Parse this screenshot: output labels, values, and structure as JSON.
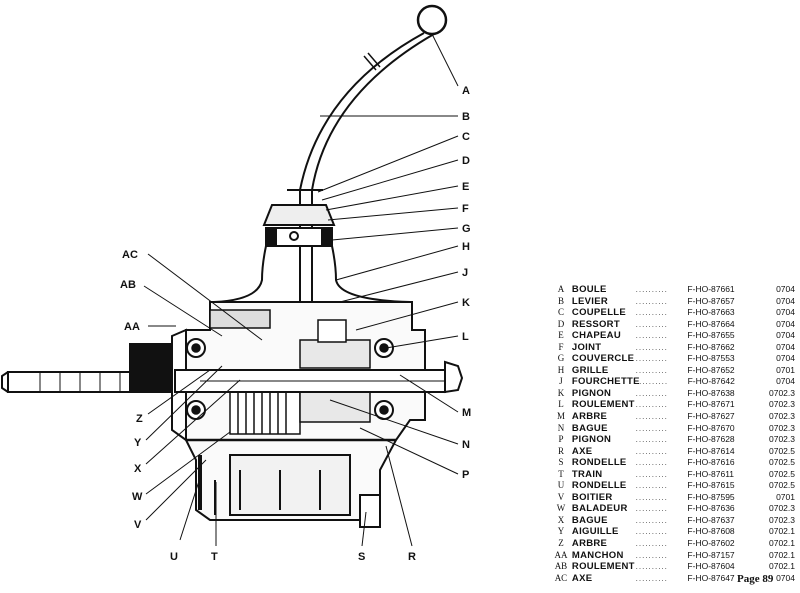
{
  "callouts": {
    "right": [
      "A",
      "B",
      "C",
      "D",
      "E",
      "F",
      "G",
      "H",
      "J",
      "K",
      "L",
      "M",
      "N",
      "P"
    ],
    "left": [
      "AC",
      "AB",
      "AA",
      "Z",
      "Y",
      "X",
      "W",
      "V"
    ],
    "bottom": [
      "U",
      "T",
      "S",
      "R"
    ]
  },
  "parts": [
    {
      "ref": "A",
      "name": "BOULE",
      "dots": "..........",
      "number": "F-HO-87661",
      "code": "0704"
    },
    {
      "ref": "B",
      "name": "LEVIER",
      "dots": "..........",
      "number": "F-HO-87657",
      "code": "0704"
    },
    {
      "ref": "C",
      "name": "COUPELLE",
      "dots": "..........",
      "number": "F-HO-87663",
      "code": "0704"
    },
    {
      "ref": "D",
      "name": "RESSORT",
      "dots": "..........",
      "number": "F-HO-87664",
      "code": "0704"
    },
    {
      "ref": "E",
      "name": "CHAPEAU",
      "dots": "..........",
      "number": "F-HO-87655",
      "code": "0704"
    },
    {
      "ref": "F",
      "name": "JOINT",
      "dots": "..........",
      "number": "F-HO-87662",
      "code": "0704"
    },
    {
      "ref": "G",
      "name": "COUVERCLE",
      "dots": "..........",
      "number": "F-HO-87553",
      "code": "0704"
    },
    {
      "ref": "H",
      "name": "GRILLE",
      "dots": "..........",
      "number": "F-HO-87652",
      "code": "0701"
    },
    {
      "ref": "J",
      "name": "FOURCHETTE",
      "dots": "..........",
      "number": "F-HO-87642",
      "code": "0704"
    },
    {
      "ref": "K",
      "name": "PIGNON",
      "dots": "..........",
      "number": "F-HO-87638",
      "code": "0702.3"
    },
    {
      "ref": "L",
      "name": "ROULEMENT",
      "dots": "..........",
      "number": "F-HO-87671",
      "code": "0702.3"
    },
    {
      "ref": "M",
      "name": "ARBRE",
      "dots": "..........",
      "number": "F-HO-87627",
      "code": "0702.3"
    },
    {
      "ref": "N",
      "name": "BAGUE",
      "dots": "..........",
      "number": "F-HO-87670",
      "code": "0702.3"
    },
    {
      "ref": "P",
      "name": "PIGNON",
      "dots": "..........",
      "number": "F-HO-87628",
      "code": "0702.3"
    },
    {
      "ref": "R",
      "name": "AXE",
      "dots": "..........",
      "number": "F-HO-87614",
      "code": "0702.5"
    },
    {
      "ref": "S",
      "name": "RONDELLE",
      "dots": "..........",
      "number": "F-HO-87616",
      "code": "0702.5"
    },
    {
      "ref": "T",
      "name": "TRAIN",
      "dots": "..........",
      "number": "F-HO-87611",
      "code": "0702.5"
    },
    {
      "ref": "U",
      "name": "RONDELLE",
      "dots": "..........",
      "number": "F-HO-87615",
      "code": "0702.5"
    },
    {
      "ref": "V",
      "name": "BOITIER",
      "dots": "..........",
      "number": "F-HO-87595",
      "code": "0701"
    },
    {
      "ref": "W",
      "name": "BALADEUR",
      "dots": "..........",
      "number": "F-HO-87636",
      "code": "0702.3"
    },
    {
      "ref": "X",
      "name": "BAGUE",
      "dots": "..........",
      "number": "F-HO-87637",
      "code": "0702.3"
    },
    {
      "ref": "Y",
      "name": "AIGUILLE",
      "dots": "..........",
      "number": "F-HO-87608",
      "code": "0702.1"
    },
    {
      "ref": "Z",
      "name": "ARBRE",
      "dots": "..........",
      "number": "F-HO-87602",
      "code": "0702.1"
    },
    {
      "ref": "AA",
      "name": "MANCHON",
      "dots": "..........",
      "number": "F-HO-87157",
      "code": "0702.1"
    },
    {
      "ref": "AB",
      "name": "ROULEMENT",
      "dots": "..........",
      "number": "F-HO-87604",
      "code": "0702.1"
    },
    {
      "ref": "AC",
      "name": "AXE",
      "dots": "..........",
      "number": "F-HO-87647",
      "code": "0704"
    }
  ],
  "page_label": "Page 89"
}
